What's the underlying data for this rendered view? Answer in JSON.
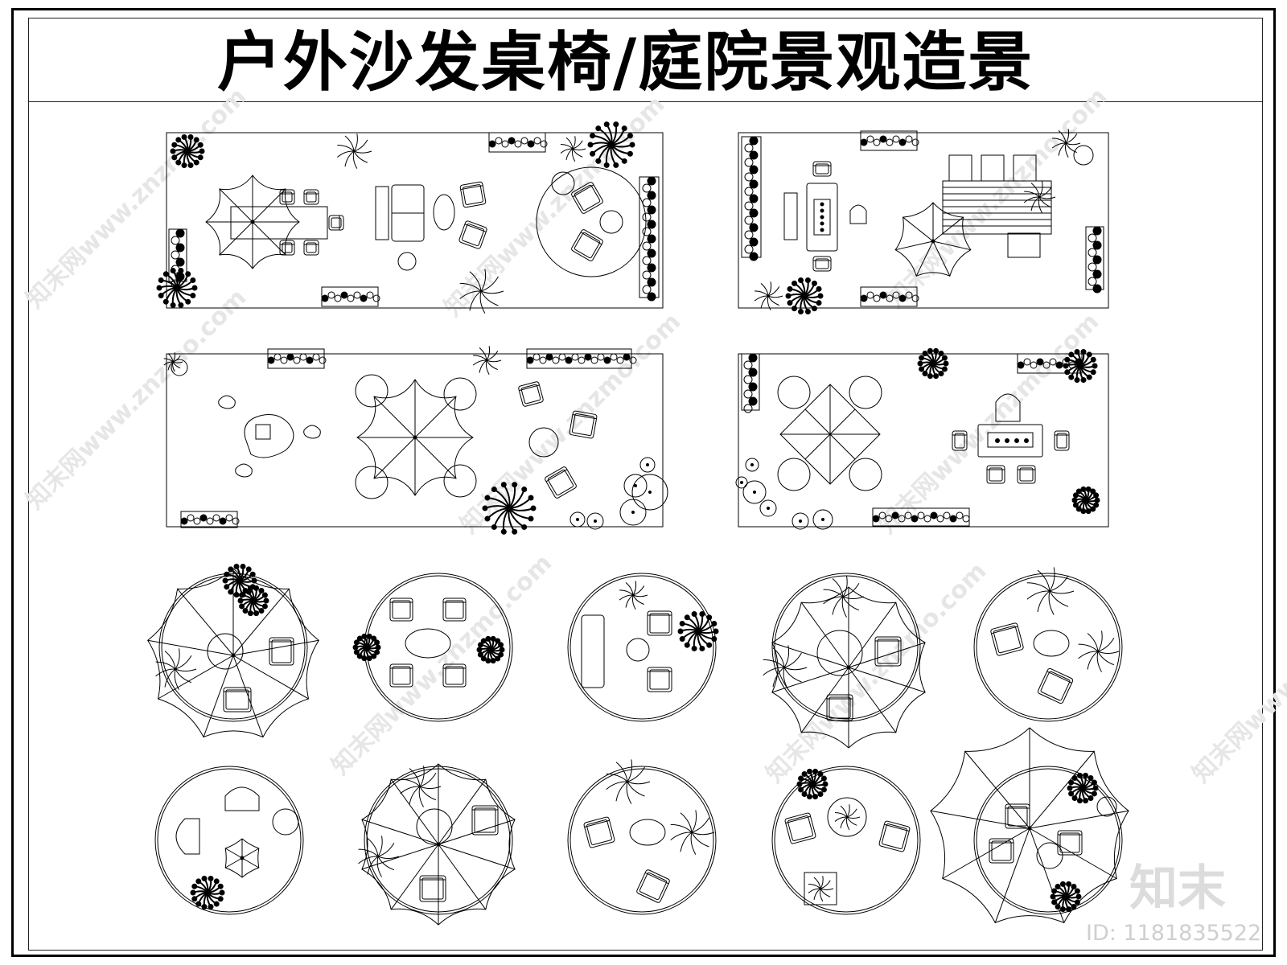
{
  "sheet": {
    "title": "户外沙发桌椅/庭院景观造景",
    "brand_logo": "知末",
    "brand_id": "ID: 1181835522",
    "watermark_text": "知末网www.znzmo.com"
  },
  "panels": [
    {
      "kind": "rect-plan",
      "name": "plan-umbrella-dining-sofa-lounge"
    },
    {
      "kind": "rect-plan",
      "name": "plan-desk-deck-umbrella"
    },
    {
      "kind": "rect-plan",
      "name": "plan-pond-umbrella-lounge"
    },
    {
      "kind": "rect-plan",
      "name": "plan-quad-umbrella-desk"
    }
  ],
  "circles_row1": 5,
  "circles_row2": 5,
  "colors": {
    "line": "#000000",
    "watermark": "#e6e6e6",
    "background": "#ffffff"
  }
}
